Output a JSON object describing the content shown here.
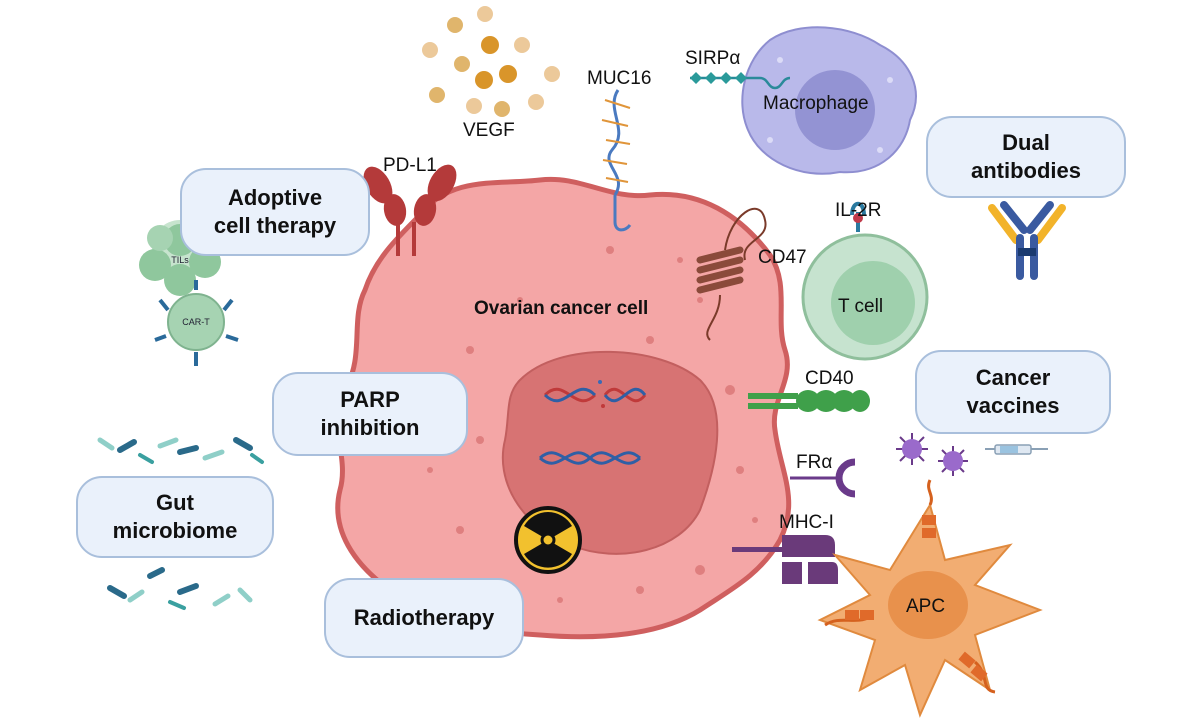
{
  "cell": {
    "title": "Ovarian cancer cell"
  },
  "boxes": {
    "adoptive": "Adoptive\ncell therapy",
    "dual": "Dual\nantibodies",
    "parp": "PARP\ninhibition",
    "vaccines": "Cancer\nvaccines",
    "gut": "Gut\nmicrobiome",
    "radio": "Radiotherapy"
  },
  "labels": {
    "vegf": "VEGF",
    "muc16": "MUC16",
    "sirpa": "SIRPα",
    "macrophage": "Macrophage",
    "pdl1": "PD-L1",
    "il2r": "IL-2R",
    "cd47": "CD47",
    "tcell": "T cell",
    "cd40": "CD40",
    "fra": "FRα",
    "mhc": "MHC-I",
    "apc": "APC",
    "tils": "TILs",
    "cart": "CAR-T"
  },
  "colors": {
    "cell_fill": "#f4a6a6",
    "cell_stroke": "#cf5f5f",
    "nucleus": "#d77373",
    "box_fill": "#eaf1fb",
    "box_stroke": "#a9bfdc",
    "macrophage": "#b9b9ea",
    "tcell": "#a8d5b5",
    "apc": "#f2ad72",
    "vegf": "#e8b760",
    "cd40": "#3fa04a",
    "mhc": "#6a3a7a",
    "receptor_red": "#b43a3a"
  },
  "icons": [
    "radiation-icon",
    "dna-icon",
    "antibody-icon",
    "syringe-icon",
    "bacteria-icon",
    "dendritic-cell-icon"
  ]
}
